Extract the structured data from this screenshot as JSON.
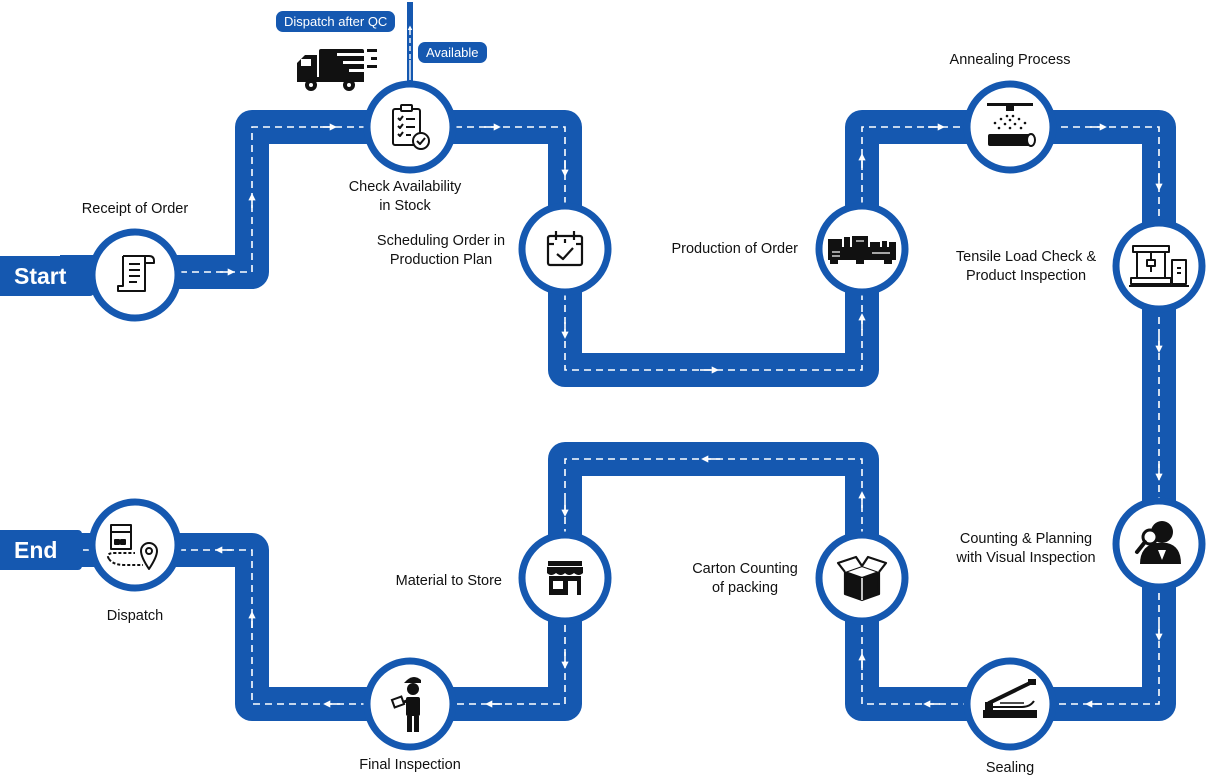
{
  "start_label": "Start",
  "end_label": "End",
  "steps": [
    {
      "label": "Receipt of Order",
      "icon": "receipt-icon"
    },
    {
      "label": "Check Availability\nin Stock",
      "icon": "clipboard-check-icon"
    },
    {
      "label": "Scheduling Order in\nProduction Plan",
      "icon": "calendar-check-icon"
    },
    {
      "label": "Production of Order",
      "icon": "production-machine-icon"
    },
    {
      "label": "Annealing Process",
      "icon": "annealing-spray-icon"
    },
    {
      "label": "Tensile Load Check &\nProduct Inspection",
      "icon": "tensile-tester-icon"
    },
    {
      "label": "Counting & Planning\nwith Visual Inspection",
      "icon": "inspector-magnifier-icon"
    },
    {
      "label": "Sealing",
      "icon": "sealing-machine-icon"
    },
    {
      "label": "Carton Counting\nof packing",
      "icon": "carton-box-icon"
    },
    {
      "label": "Material to Store",
      "icon": "store-icon"
    },
    {
      "label": "Final Inspection",
      "icon": "inspector-worker-icon"
    },
    {
      "label": "Dispatch",
      "icon": "dispatch-location-icon"
    }
  ],
  "branch": {
    "available_label": "Available",
    "dispatch_label": "Dispatch after QC",
    "icon": "delivery-truck-icon"
  },
  "colors": {
    "primary": "#1558b0",
    "white": "#ffffff",
    "icon": "#111111"
  }
}
